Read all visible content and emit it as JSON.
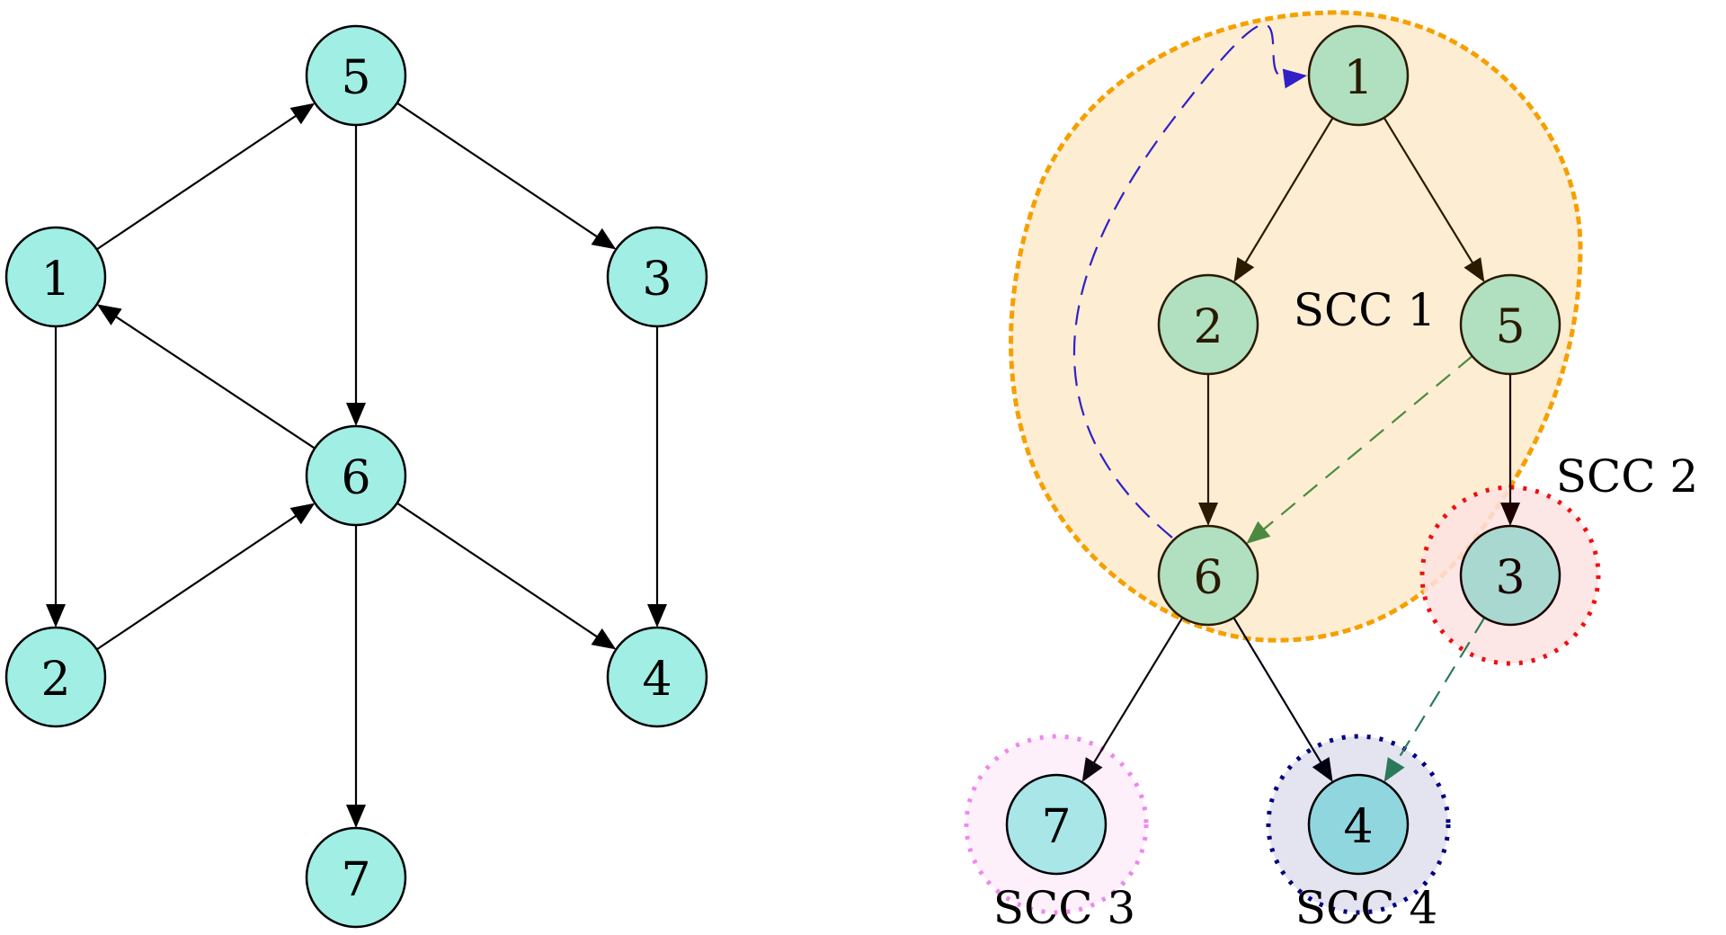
{
  "left_graph": {
    "node_fill": "#a0eee4",
    "stroke": "#000000",
    "nodes": [
      {
        "id": "5",
        "label": "5"
      },
      {
        "id": "1",
        "label": "1"
      },
      {
        "id": "3",
        "label": "3"
      },
      {
        "id": "6",
        "label": "6"
      },
      {
        "id": "2",
        "label": "2"
      },
      {
        "id": "4",
        "label": "4"
      },
      {
        "id": "7",
        "label": "7"
      }
    ],
    "edges": [
      {
        "from": "1",
        "to": "5"
      },
      {
        "from": "5",
        "to": "3"
      },
      {
        "from": "5",
        "to": "6"
      },
      {
        "from": "1",
        "to": "2"
      },
      {
        "from": "6",
        "to": "1"
      },
      {
        "from": "2",
        "to": "6"
      },
      {
        "from": "3",
        "to": "4"
      },
      {
        "from": "6",
        "to": "4"
      },
      {
        "from": "6",
        "to": "7"
      }
    ]
  },
  "right_graph": {
    "nodes": [
      {
        "id": "1",
        "label": "1",
        "fill": "#b0e0c0",
        "stroke": "#2a1a00"
      },
      {
        "id": "2",
        "label": "2",
        "fill": "#b0e0c0",
        "stroke": "#2a1a00"
      },
      {
        "id": "5",
        "label": "5",
        "fill": "#b0e0c0",
        "stroke": "#2a1a00"
      },
      {
        "id": "6",
        "label": "6",
        "fill": "#b0e0c0",
        "stroke": "#2a1a00"
      },
      {
        "id": "3",
        "label": "3",
        "fill": "#a8d8d0",
        "stroke": "#1a0000"
      },
      {
        "id": "7",
        "label": "7",
        "fill": "#a8e6e8",
        "stroke": "#000000"
      },
      {
        "id": "4",
        "label": "4",
        "fill": "#90d6de",
        "stroke": "#000000"
      }
    ],
    "edges": [
      {
        "from": "1",
        "to": "2",
        "style": "solid",
        "color": "#2a1a00"
      },
      {
        "from": "1",
        "to": "5",
        "style": "solid",
        "color": "#2a1a00"
      },
      {
        "from": "2",
        "to": "6",
        "style": "solid",
        "color": "#2a1a00"
      },
      {
        "from": "5",
        "to": "3",
        "style": "solid",
        "color": "#1a0000"
      },
      {
        "from": "6",
        "to": "7",
        "style": "solid",
        "color": "#100810"
      },
      {
        "from": "6",
        "to": "4",
        "style": "solid",
        "color": "#000010"
      },
      {
        "from": "6",
        "to": "1",
        "style": "dashed",
        "color": "#3020c8"
      },
      {
        "from": "5",
        "to": "6",
        "style": "dashed",
        "color": "#4a8a40"
      },
      {
        "from": "3",
        "to": "4",
        "style": "dashed",
        "color": "#2a7a5a"
      }
    ],
    "sccs": [
      {
        "label": "SCC 1",
        "members": [
          "1",
          "2",
          "5",
          "6"
        ],
        "fill": "#fdecd0",
        "border": "#f5a000"
      },
      {
        "label": "SCC 2",
        "members": [
          "3"
        ],
        "fill": "#fde2e2",
        "border": "#ee1010"
      },
      {
        "label": "SCC 3",
        "members": [
          "7"
        ],
        "fill": "#fdf0fa",
        "border": "#ee88ee"
      },
      {
        "label": "SCC 4",
        "members": [
          "4"
        ],
        "fill": "#e4e4f0",
        "border": "#000080"
      }
    ]
  }
}
